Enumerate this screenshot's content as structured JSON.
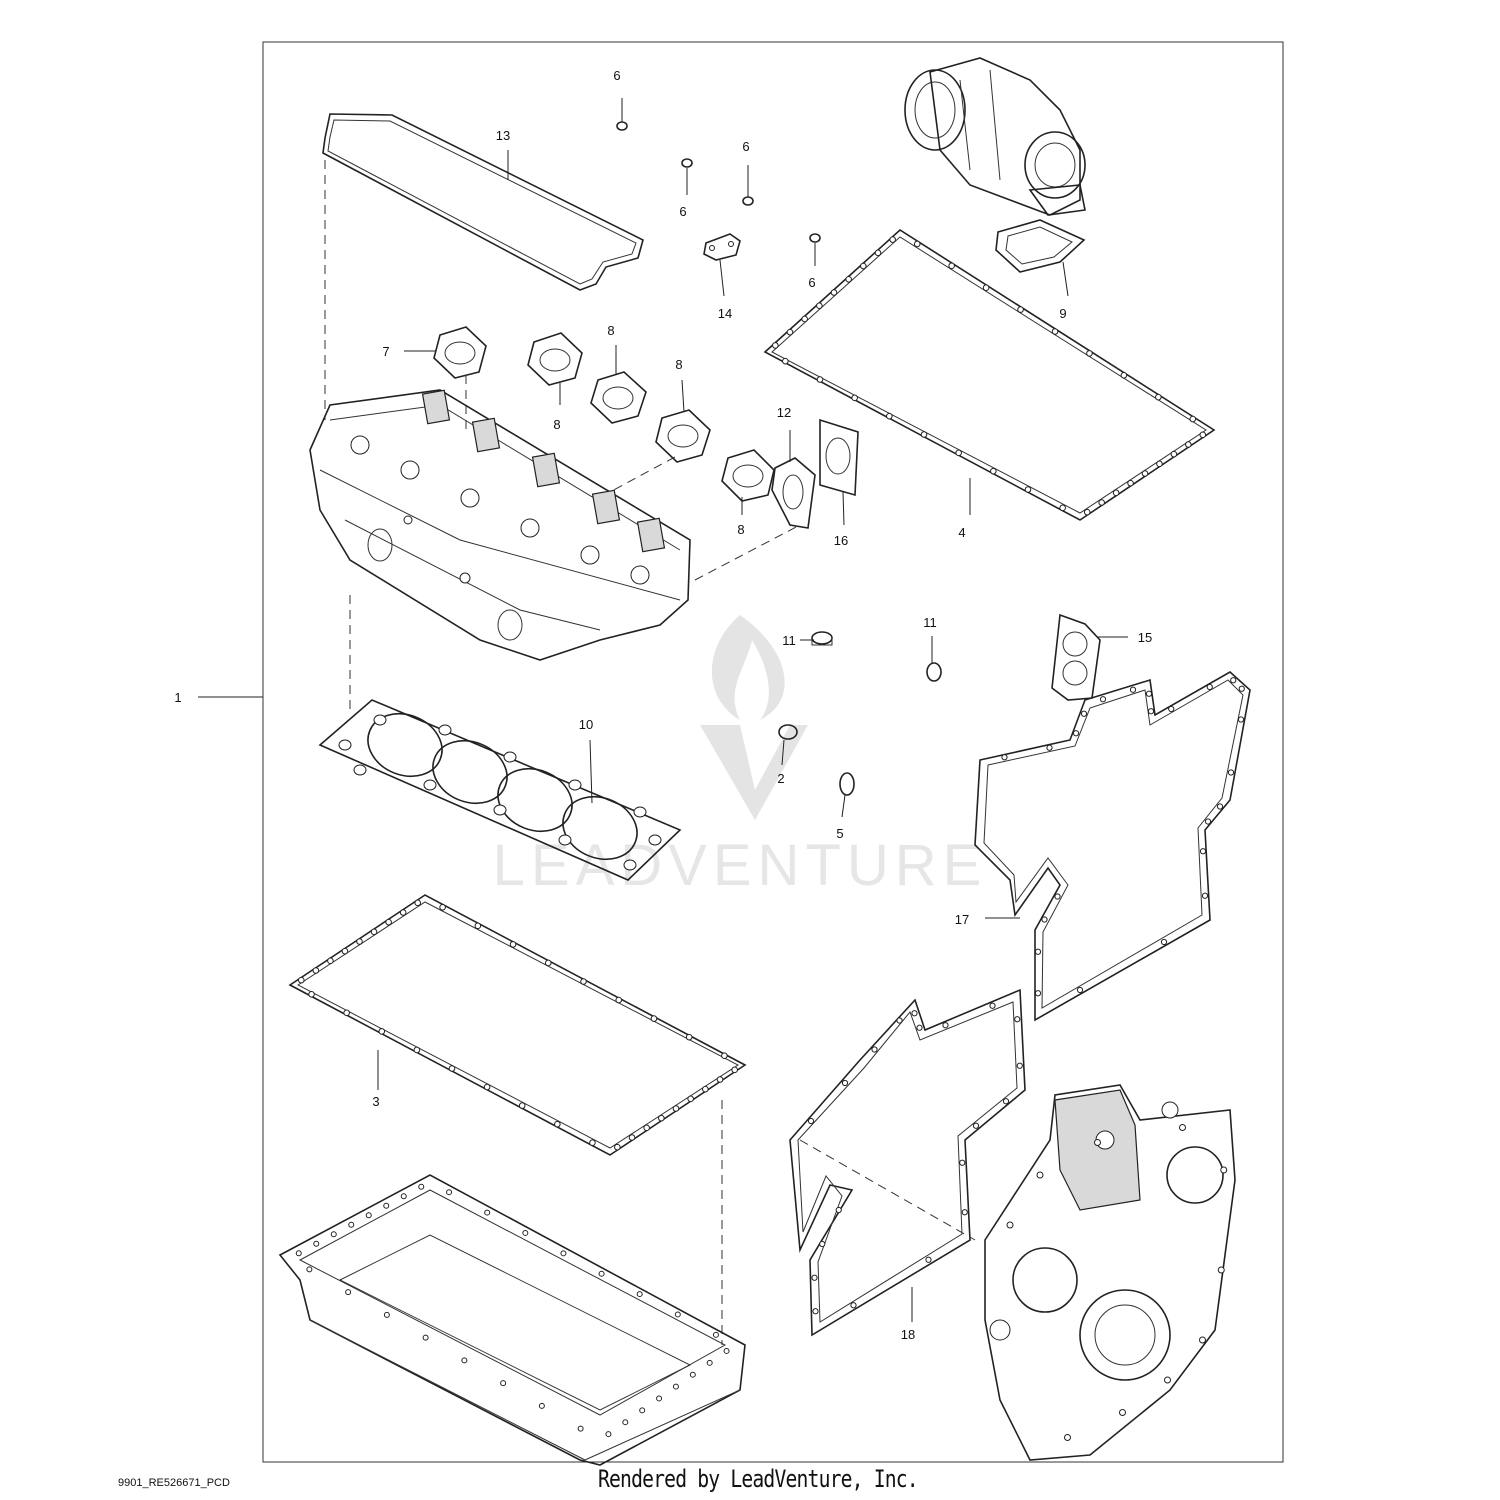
{
  "diagram": {
    "callouts": [
      "1",
      "2",
      "3",
      "4",
      "5",
      "6",
      "6",
      "6",
      "6",
      "7",
      "8",
      "8",
      "8",
      "8",
      "9",
      "10",
      "11",
      "11",
      "12",
      "13",
      "14",
      "15",
      "16",
      "17",
      "18"
    ],
    "watermark": "LEADVENTURE"
  },
  "footer": {
    "code": "9901_RE526671_PCD",
    "credit": "Rendered by LeadVenture, Inc."
  }
}
